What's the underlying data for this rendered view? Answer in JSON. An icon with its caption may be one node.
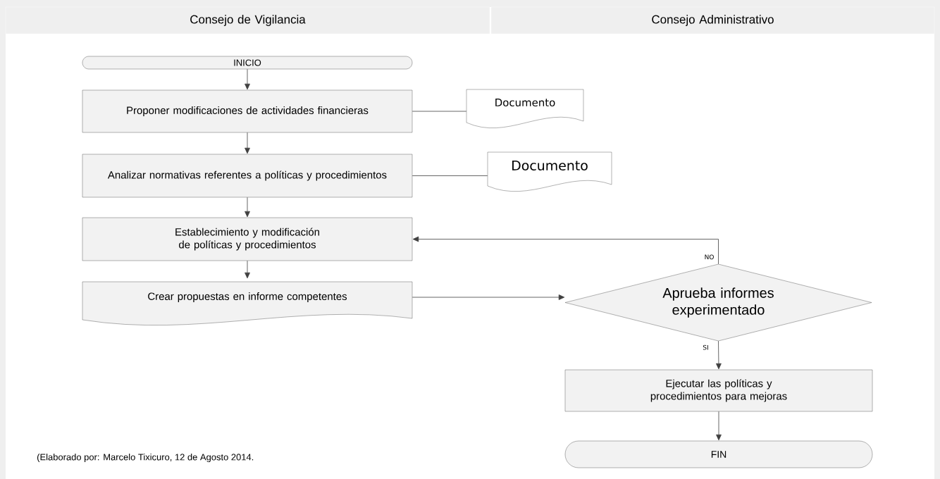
{
  "diagram": {
    "caption": "(Elaborado por: Marcelo Tixicuro, 12 de Agosto 2014.",
    "nodes": [
      {
        "text": [
          "Consejo de Vigilancia"
        ]
      },
      {
        "text": [
          "Consejo Administrativo"
        ]
      },
      {
        "text": [
          "INICIO"
        ]
      },
      {
        "text": [
          "Proponer modificaciones de actividades financieras"
        ]
      },
      {
        "text": [
          "Documento"
        ]
      },
      {
        "text": [
          "Analizar normativas referentes a políticas y procedimientos"
        ]
      },
      {
        "text": [
          "Documento"
        ]
      },
      {
        "text": [
          "Establecimiento y modificación de políticas y procedimientos"
        ]
      },
      {
        "text": [
          "Crear propuestas en informe competentes"
        ]
      },
      {
        "text": [
          "Aprueba informes experimentado"
        ]
      },
      {
        "text": [
          "Ejecutar las políticas y procedimientos para mejoras"
        ]
      },
      {
        "text": [
          "FIN"
        ]
      }
    ],
    "edges": [
      {
        "from": 2,
        "to": 3,
        "arrow": "to"
      },
      {
        "from": 3,
        "to": 5,
        "arrow": "to"
      },
      {
        "from": 5,
        "to": 7,
        "arrow": "to"
      },
      {
        "from": 7,
        "to": 8,
        "arrow": "to"
      },
      {
        "from": 3,
        "to": 4,
        "arrow": "none"
      },
      {
        "from": 5,
        "to": 6,
        "arrow": "none"
      },
      {
        "from": 8,
        "to": 9,
        "arrow": "to"
      },
      {
        "from": 9,
        "to": 7,
        "arrow": "to",
        "label": "NO"
      },
      {
        "from": 9,
        "to": 10,
        "arrow": "to",
        "label": "SI"
      },
      {
        "from": 10,
        "to": 11,
        "arrow": "to"
      }
    ]
  }
}
